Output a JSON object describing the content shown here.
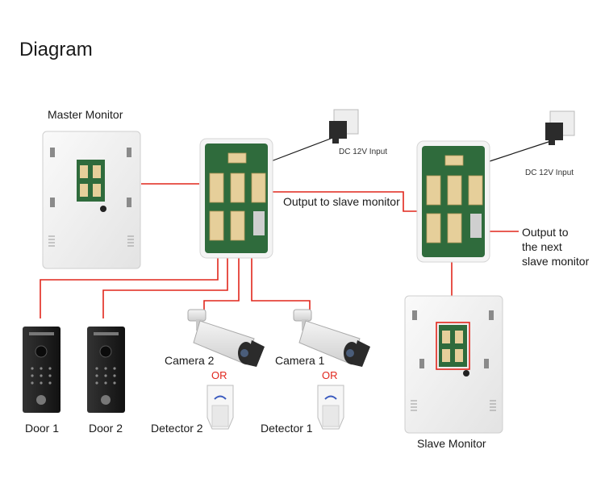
{
  "title": "Diagram",
  "labels": {
    "master_monitor": "Master Monitor",
    "slave_monitor": "Slave Monitor",
    "dc_input_1": "DC 12V Input",
    "dc_input_2": "DC 12V Input",
    "output_slave": "Output to slave monitor",
    "output_next_1": "Output to",
    "output_next_2": "the next",
    "output_next_3": "slave monitor",
    "door1": "Door 1",
    "door2": "Door 2",
    "camera2": "Camera 2",
    "camera1": "Camera 1",
    "or_left": "OR",
    "or_right": "OR",
    "detector2": "Detector 2",
    "detector1": "Detector 1"
  },
  "colors": {
    "wire": "#e1261c",
    "panel": "#f2f2f2",
    "board": "#2f6b3c",
    "connector": "#e6cf9a",
    "door": "#1f1f1f"
  }
}
